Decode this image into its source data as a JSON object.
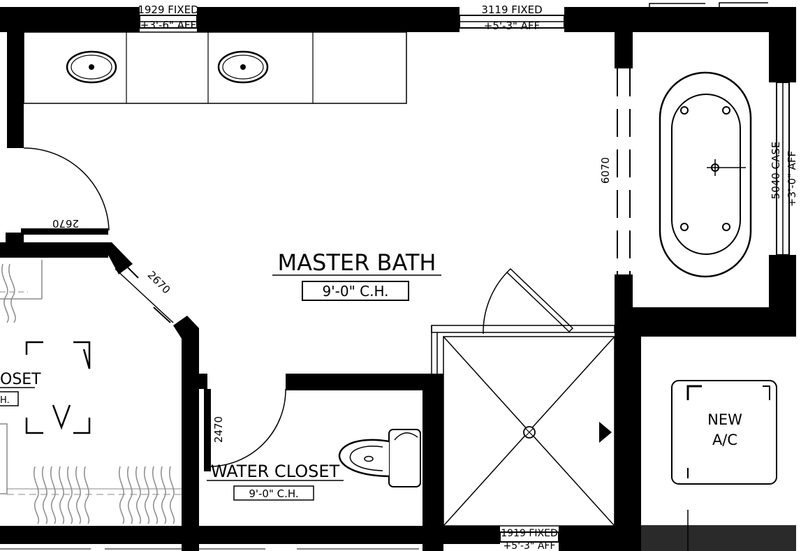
{
  "rooms": {
    "master_bath": {
      "name": "MASTER BATH",
      "ceiling": "9'-0\" C.H."
    },
    "water_closet": {
      "name": "WATER CLOSET",
      "ceiling": "9'-0\" C.H."
    },
    "closet": {
      "name": "OSET",
      "ceiling": "H."
    }
  },
  "windows": {
    "top_left": {
      "size": "1929 FIXED",
      "height": "+3'-6\" AFF"
    },
    "top_right": {
      "size": "3119 FIXED",
      "height": "+5'-3\" AFF"
    },
    "bottom": {
      "size": "1919 FIXED",
      "height": "+5'-3\" AFF"
    },
    "right_case": {
      "size": "5040 CASE",
      "height": "+3'-0\" AFF"
    }
  },
  "doors": {
    "top_left": "2670",
    "angled": "2670",
    "water_closet": "2470",
    "tub_opening": "6070"
  },
  "equipment": {
    "ac": {
      "line1": "NEW",
      "line2": "A/C"
    }
  },
  "colors": {
    "wall": "#000000",
    "fixture_grey": "#8a8a8a",
    "background": "#ffffff"
  }
}
